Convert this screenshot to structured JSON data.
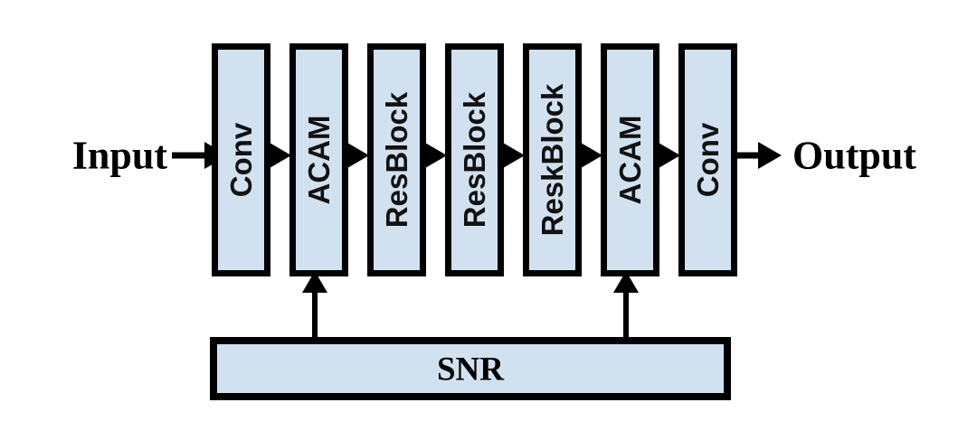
{
  "figure": {
    "type": "block-diagram",
    "title": "Network architecture block diagram",
    "background_color": "#ffffff"
  },
  "style": {
    "block_fill": "#d1e1f0",
    "block_stroke": "#000000",
    "arrow_color": "#000000"
  },
  "io": {
    "input_label": "Input",
    "output_label": "Output"
  },
  "pipeline": {
    "blocks": [
      {
        "label": "Conv",
        "name": "block-conv-1"
      },
      {
        "label": "ACAM",
        "name": "block-acam-1"
      },
      {
        "label": "ResBlock",
        "name": "block-resblock-1"
      },
      {
        "label": "ResBlock",
        "name": "block-resblock-2"
      },
      {
        "label": "ReskBlock",
        "name": "block-reskblock-3"
      },
      {
        "label": "ACAM",
        "name": "block-acam-2"
      },
      {
        "label": "Conv",
        "name": "block-conv-2"
      }
    ]
  },
  "side_input": {
    "label": "SNR",
    "targets": [
      "ACAM",
      "ACAM"
    ]
  }
}
